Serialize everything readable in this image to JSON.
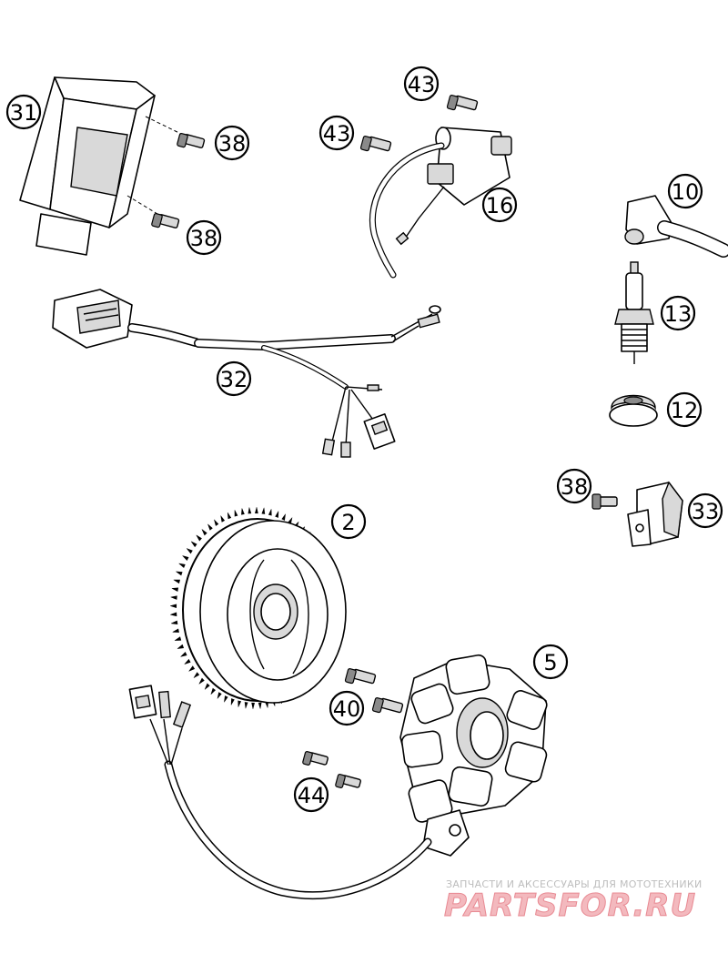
{
  "callouts": [
    {
      "id": "c31",
      "label": "31"
    },
    {
      "id": "c38a",
      "label": "38"
    },
    {
      "id": "c38b",
      "label": "38"
    },
    {
      "id": "c43a",
      "label": "43"
    },
    {
      "id": "c43b",
      "label": "43"
    },
    {
      "id": "c16",
      "label": "16"
    },
    {
      "id": "c10",
      "label": "10"
    },
    {
      "id": "c13",
      "label": "13"
    },
    {
      "id": "c12",
      "label": "12"
    },
    {
      "id": "c32",
      "label": "32"
    },
    {
      "id": "c38c",
      "label": "38"
    },
    {
      "id": "c33",
      "label": "33"
    },
    {
      "id": "c2",
      "label": "2"
    },
    {
      "id": "c5",
      "label": "5"
    },
    {
      "id": "c40",
      "label": "40"
    },
    {
      "id": "c44",
      "label": "44"
    }
  ],
  "watermark": {
    "tagline": "ЗАПЧАСТИ И АКСЕССУАРЫ ДЛЯ МОТОТЕХНИКИ",
    "logo": "PARTSFOR.RU"
  },
  "colors": {
    "line": "#000000",
    "watermark_logo": "#f3b9be",
    "watermark_text": "#bdbdbd"
  }
}
